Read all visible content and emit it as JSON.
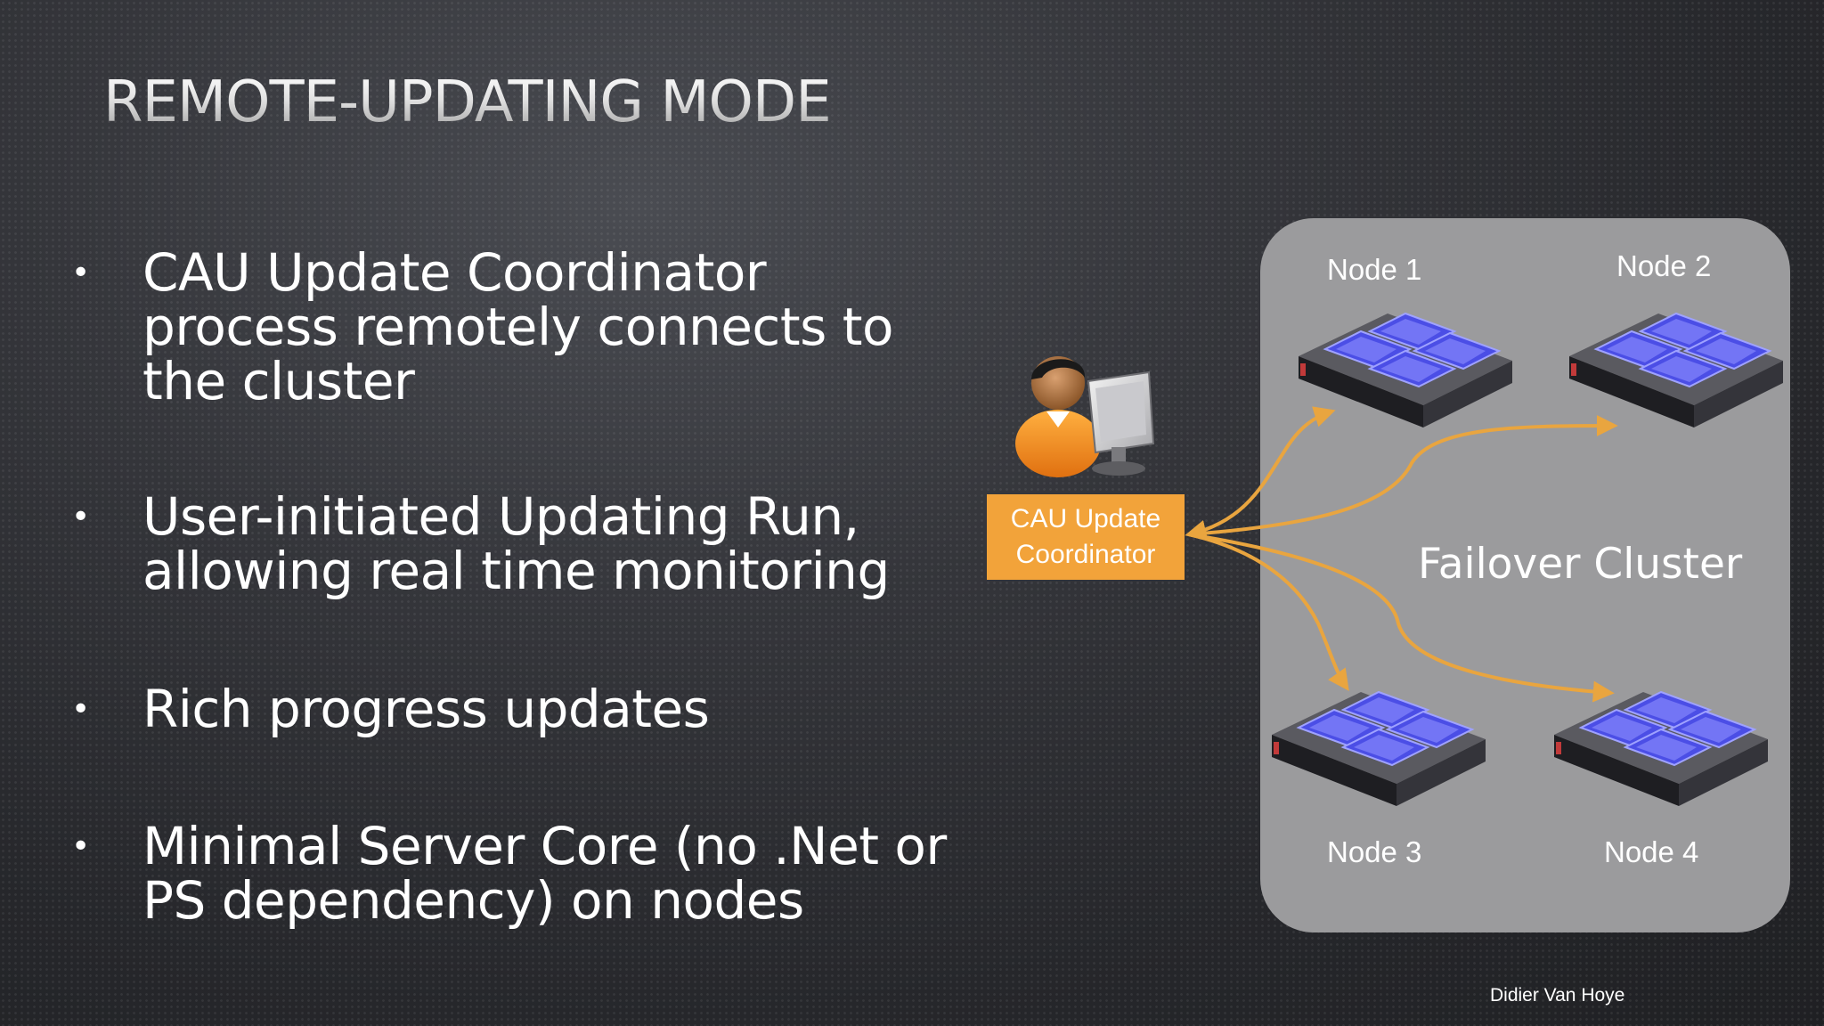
{
  "slide": {
    "title": "REMOTE-UPDATING MODE",
    "author": "Didier Van Hoye"
  },
  "bullets": [
    {
      "lines": [
        "CAU Update Coordinator",
        "process remotely connects to",
        "the cluster"
      ]
    },
    {
      "lines": [
        "User-initiated Updating Run,",
        "allowing real time monitoring"
      ]
    },
    {
      "lines": [
        "Rich progress updates"
      ]
    },
    {
      "lines": [
        "Minimal Server Core (no .Net or",
        "PS dependency) on nodes"
      ]
    }
  ],
  "diagram": {
    "coordinator": {
      "line1": "CAU Update",
      "line2": "Coordinator",
      "color": "#f2a33a"
    },
    "cluster": {
      "label": "Failover Cluster",
      "color": "#9b9b9d"
    },
    "nodes": [
      {
        "label": "Node 1",
        "icon": "server-rack-icon"
      },
      {
        "label": "Node 2",
        "icon": "server-rack-icon"
      },
      {
        "label": "Node 3",
        "icon": "server-rack-icon"
      },
      {
        "label": "Node 4",
        "icon": "server-rack-icon"
      }
    ],
    "arrow_color": "#e9a53f",
    "user_icon": "admin-user-at-computer-icon"
  }
}
